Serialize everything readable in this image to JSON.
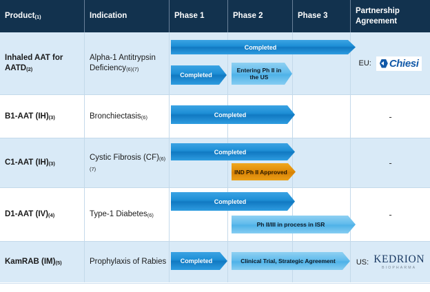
{
  "table": {
    "columns": [
      {
        "label": "Product",
        "note": "(1)"
      },
      {
        "label": "Indication",
        "note": ""
      },
      {
        "label": "Phase 1",
        "note": ""
      },
      {
        "label": "Phase 2",
        "note": ""
      },
      {
        "label": "Phase 3",
        "note": ""
      },
      {
        "label": "Partnership Agreement",
        "note": ""
      }
    ],
    "rows": [
      {
        "product": "Inhaled AAT for AATD",
        "product_note": "(2)",
        "indication": "Alpha-1 Antitrypsin Deficiency",
        "indication_note": "(6)(7)",
        "bars": [
          {
            "label": "Completed",
            "style": "dark"
          },
          {
            "label": "Completed",
            "style": "dark"
          },
          {
            "label": "Entering Ph II in the US",
            "style": "light"
          }
        ],
        "partner_region": "EU:",
        "partner_logo": "chiesi",
        "partner_dash": ""
      },
      {
        "product": "B1-AAT (IH)",
        "product_note": "(3)",
        "indication": "Bronchiectasis",
        "indication_note": "(6)",
        "bars": [
          {
            "label": "Completed",
            "style": "dark"
          }
        ],
        "partner_region": "",
        "partner_logo": "",
        "partner_dash": "-"
      },
      {
        "product": "C1-AAT (IH)",
        "product_note": "(3)",
        "indication": "Cystic Fibrosis (CF)",
        "indication_note": "(6)(7)",
        "bars": [
          {
            "label": "Completed",
            "style": "dark"
          },
          {
            "label": "IND Ph II Approved",
            "style": "orange"
          }
        ],
        "partner_region": "",
        "partner_logo": "",
        "partner_dash": "-"
      },
      {
        "product": "D1-AAT (IV)",
        "product_note": "(4)",
        "indication": "Type-1 Diabetes",
        "indication_note": "(6)",
        "bars": [
          {
            "label": "Completed",
            "style": "dark"
          },
          {
            "label": "Ph II/III in process in ISR",
            "style": "light"
          }
        ],
        "partner_region": "",
        "partner_logo": "",
        "partner_dash": "-"
      },
      {
        "product": "KamRAB (IM)",
        "product_note": "(5)",
        "indication": "Prophylaxis of Rabies",
        "indication_note": "",
        "bars": [
          {
            "label": "Completed",
            "style": "dark"
          },
          {
            "label": "Clinical Trial, Strategic Agreement",
            "style": "light"
          }
        ],
        "partner_region": "US:",
        "partner_logo": "kedrion",
        "partner_dash": ""
      }
    ]
  },
  "logos": {
    "chiesi": {
      "word": "Chiesi"
    },
    "kedrion": {
      "word": "KEDRION",
      "sub": "BIOPHARMA"
    }
  },
  "colors": {
    "header_bg": "#12324e",
    "row_alt_bg": "#d9eaf7",
    "bar_dark": "#1e8fd6",
    "bar_light": "#63bcec",
    "bar_orange": "#e08c08",
    "grid": "#c3d9ea"
  }
}
